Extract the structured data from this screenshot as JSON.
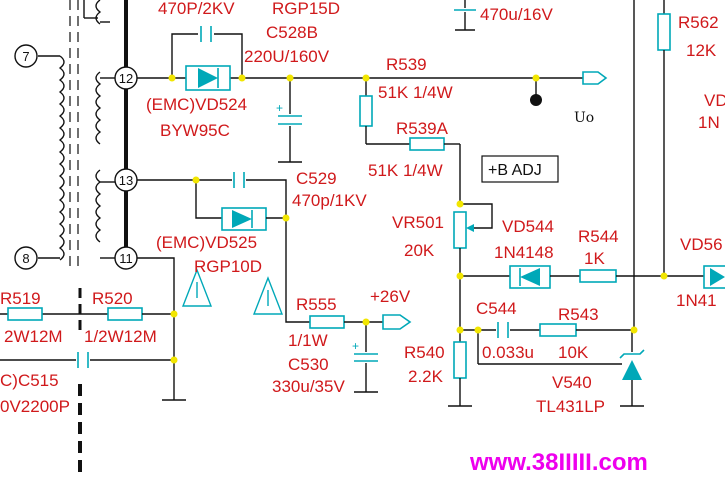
{
  "labels": {
    "c_470p_2kv": "470P/2KV",
    "rgp15d": "RGP15D",
    "c_470u_16v": "470u/16V",
    "r562": "R562",
    "r562_val": "12K",
    "c528b": "C528B",
    "c528b_val": "220U/160V",
    "r539": "R539",
    "r539_val": "51K 1/4W",
    "vd_edge": "VD",
    "n1_edge": "1N",
    "vd524": "(EMC)VD524",
    "byw95c": "BYW95C",
    "uo": "Uo",
    "r539a": "R539A",
    "r539a_val": "51K 1/4W",
    "b_adj": "+B ADJ",
    "c529": "C529",
    "c529_val": "470p/1KV",
    "vr501": "VR501",
    "vr501_val": "20K",
    "vd544": "VD544",
    "vd544_val": "1N4148",
    "r544": "R544",
    "r544_val": "1K",
    "vd56": "VD56",
    "n41": "1N41",
    "vd525": "(EMC)VD525",
    "rgp10d": "RGP10D",
    "r519": "R519",
    "r519_val": "2W12M",
    "r520": "R520",
    "r520_val": "1/2W12M",
    "r555": "R555",
    "r555_val": "1/1W",
    "v26": "+26V",
    "c530": "C530",
    "c530_val": "330u/35V",
    "c544": "C544",
    "c544_val": "0.033u",
    "r543": "R543",
    "r543_val": "10K",
    "r540": "R540",
    "r540_val": "2.2K",
    "v540": "V540",
    "tl431lp": "TL431LP",
    "c515": "C)C515",
    "c515_val": "0V2200P",
    "watermark": "www.38IIIII.com"
  },
  "pins": {
    "p7": "7",
    "p8": "8",
    "p11": "11",
    "p12": "12",
    "p13": "13"
  },
  "colors": {
    "label": "#d0191b",
    "component": "#00a8b8",
    "junction": "#f2e600",
    "watermark": "#ee00ee"
  }
}
